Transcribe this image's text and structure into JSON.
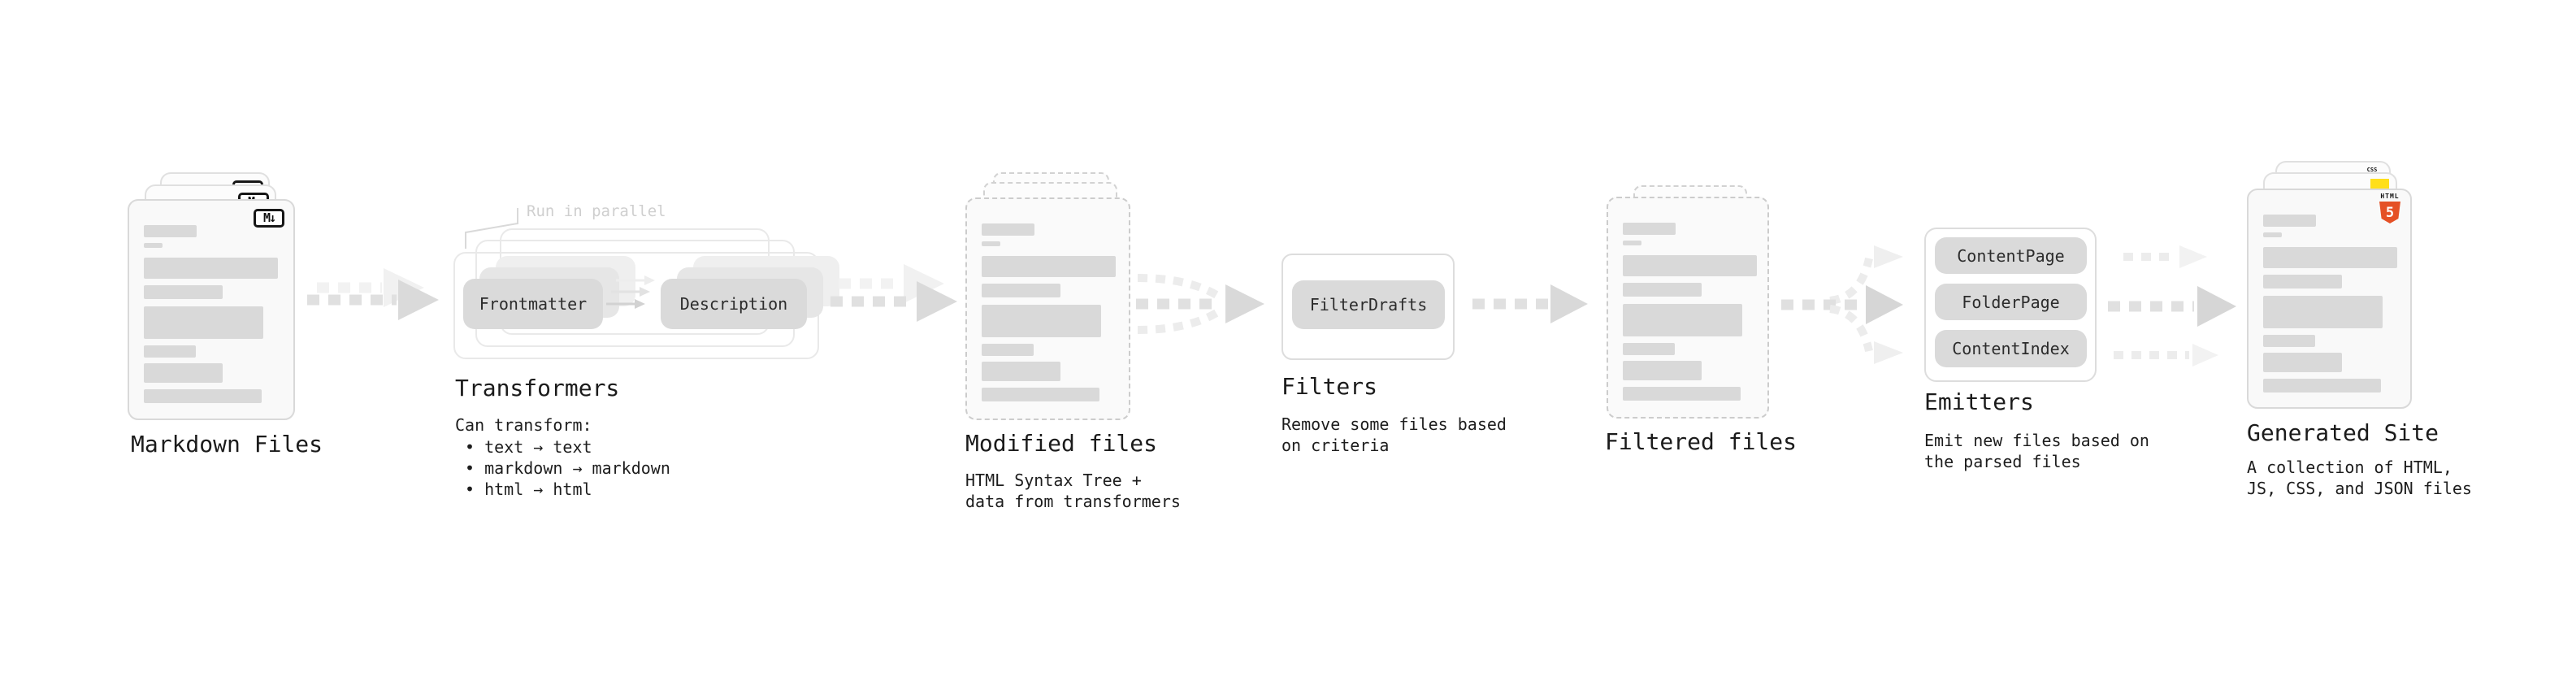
{
  "stages": {
    "markdown": {
      "title": "Markdown Files"
    },
    "transformers": {
      "title": "Transformers",
      "annotation": "Run in parallel",
      "pill_a": "Frontmatter",
      "pill_b": "Description",
      "body": [
        "Can transform:",
        "• text → text",
        "• markdown → markdown",
        "• html → html"
      ]
    },
    "modified": {
      "title": "Modified files",
      "body": [
        "HTML Syntax Tree +",
        "data from transformers"
      ]
    },
    "filters": {
      "title": "Filters",
      "pill": "FilterDrafts",
      "body": [
        "Remove some files based",
        "on criteria"
      ]
    },
    "filtered": {
      "title": "Filtered files"
    },
    "emitters": {
      "title": "Emitters",
      "pills": [
        "ContentPage",
        "FolderPage",
        "ContentIndex"
      ],
      "body": [
        "Emit new files based on",
        "the parsed files"
      ]
    },
    "generated": {
      "title": "Generated Site",
      "body": [
        "A collection of HTML,",
        "JS, CSS, and JSON files"
      ]
    }
  },
  "icons": {
    "markdown_glyph": "M↓",
    "html5_text": "HTML",
    "html5_number": "5",
    "css_text": "CSS"
  },
  "colors": {
    "html5_orange": "#e55126",
    "js_yellow": "#ffdf1b",
    "css_blue": "#2f6df6",
    "arrow_gray": "#e0e0e0",
    "card_border": "#d9d9d9"
  }
}
